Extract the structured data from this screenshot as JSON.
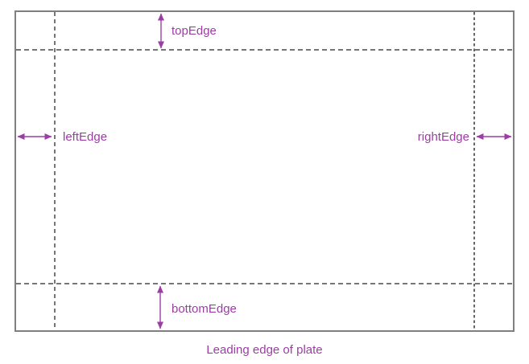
{
  "diagram": {
    "caption": "Leading edge of plate",
    "labels": {
      "top": "topEdge",
      "left": "leftEdge",
      "right": "rightEdge",
      "bottom": "bottomEdge"
    },
    "icons": {
      "top_arrow": "double-headed-vertical-arrow",
      "bottom_arrow": "double-headed-vertical-arrow",
      "left_arrow": "double-headed-horizontal-arrow",
      "right_arrow": "double-headed-horizontal-arrow"
    },
    "colors": {
      "annotation_purple": "#9C3DA4",
      "plate_border_gray": "#7F7F7F",
      "guide_line_gray": "#767676",
      "guide_line_dark": "#141414",
      "background": "#FFFFFF"
    }
  }
}
